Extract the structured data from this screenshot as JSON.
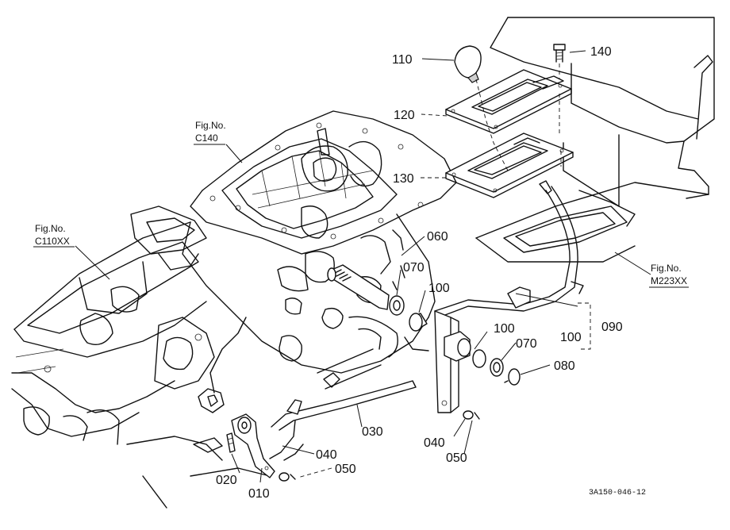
{
  "callouts": [
    {
      "id": "p110",
      "label": "110"
    },
    {
      "id": "p140",
      "label": "140"
    },
    {
      "id": "p120",
      "label": "120"
    },
    {
      "id": "p130",
      "label": "130"
    },
    {
      "id": "p060",
      "label": "060"
    },
    {
      "id": "p070a",
      "label": "070"
    },
    {
      "id": "p100a",
      "label": "100"
    },
    {
      "id": "p090",
      "label": "090"
    },
    {
      "id": "p100b",
      "label": "100"
    },
    {
      "id": "p100c",
      "label": "100"
    },
    {
      "id": "p070b",
      "label": "070"
    },
    {
      "id": "p080",
      "label": "080"
    },
    {
      "id": "p030",
      "label": "030"
    },
    {
      "id": "p040a",
      "label": "040"
    },
    {
      "id": "p050a",
      "label": "050"
    },
    {
      "id": "p040b",
      "label": "040"
    },
    {
      "id": "p050b",
      "label": "050"
    },
    {
      "id": "p020",
      "label": "020"
    },
    {
      "id": "p010",
      "label": "010"
    }
  ],
  "figure_refs": [
    {
      "id": "c140",
      "line1": "Fig.No.",
      "line2": "C140"
    },
    {
      "id": "c110xx",
      "line1": "Fig.No.",
      "line2": "C110XX"
    },
    {
      "id": "m223xx",
      "line1": "Fig.No.",
      "line2": "M223XX"
    }
  ],
  "drawing_number": "3A150-046-12"
}
